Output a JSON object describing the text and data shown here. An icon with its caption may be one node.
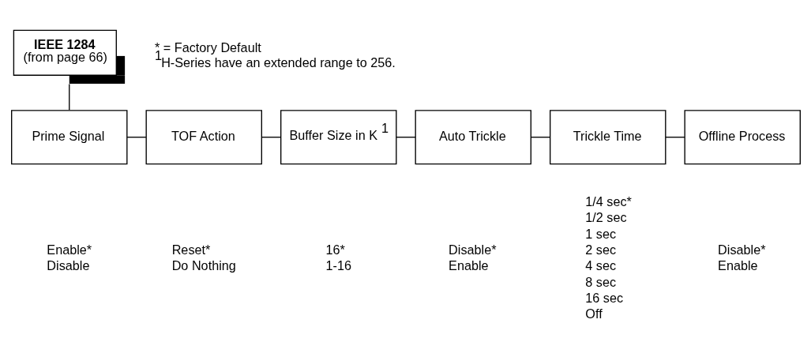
{
  "diagram": {
    "nodes": [
      {
        "text": [
          "IEEE 1284",
          "(from page 66)"
        ]
      },
      {
        "text": [
          "Prime Signal"
        ],
        "beside": [
          "Enable*",
          "Disable"
        ]
      },
      {
        "text": [
          "TOF Action"
        ],
        "beside": [
          "Reset*",
          "Do Nothing"
        ]
      },
      {
        "text": [
          "Buffer Size in K $^{1}$"
        ],
        "beside": [
          "16*",
          "1-16"
        ]
      },
      {
        "text": [
          "Auto Trickle"
        ],
        "beside": [
          "Disable*",
          "Enable"
        ]
      },
      {
        "text": [
          "Trickle Time"
        ],
        "beside": [
          "1/4 sec*",
          "1/2 sec",
          "1 sec",
          "2 sec",
          "4 sec",
          "8 sec",
          "16 sec",
          "Off"
        ]
      },
      {
        "text": [
          "Offline Process"
        ],
        "beside": [
          "Disable*",
          "Enable"
        ]
      }
    ],
    "edges": [
      {
        "from": 0,
        "to": 1,
        "arrow": "none"
      },
      {
        "from": 1,
        "to": 2,
        "arrow": "none"
      },
      {
        "from": 2,
        "to": 3,
        "arrow": "none"
      },
      {
        "from": 3,
        "to": 4,
        "arrow": "none"
      },
      {
        "from": 4,
        "to": 5,
        "arrow": "none"
      },
      {
        "from": 5,
        "to": 6,
        "arrow": "none"
      }
    ],
    "labels": [
      "* = Factory Default",
      "$^{1}$H-Series have an extended range to 256."
    ]
  }
}
